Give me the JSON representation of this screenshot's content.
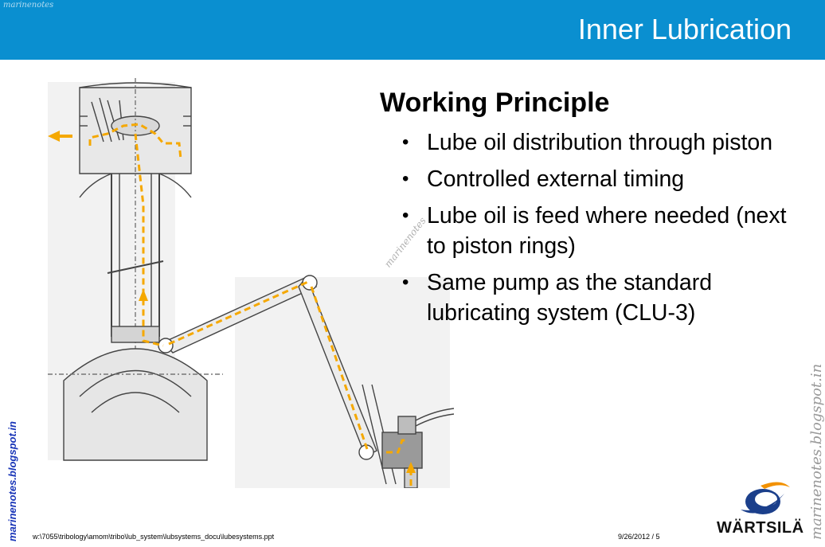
{
  "watermarks": {
    "top": "marinenotes",
    "middle": "marinenotes",
    "left": "marinenotes.blogspot.in",
    "right": "marinenotes.blogspot.in"
  },
  "header": {
    "title": "Inner Lubrication",
    "color": "#0a8fd0"
  },
  "content": {
    "heading": "Working Principle",
    "bullets": [
      "Lube oil distribution through piston",
      "Controlled external timing",
      "Lube oil is feed where needed (next to piston rings)",
      "Same pump as the standard lubricating system (CLU-3)"
    ]
  },
  "footer": {
    "path": "w:\\7055\\tribology\\amom\\tribo\\lub_system\\lubsystems_docu\\lubesystems.ppt",
    "date_page": "9/26/2012 / 5"
  },
  "logo": {
    "text": "WÄRTSILÄ",
    "colors": {
      "dark": "#1b3f8b",
      "accent": "#f29100"
    }
  },
  "diagram": {
    "icon": "piston-lubrication-diagram",
    "oil_path_color": "#f5a800"
  }
}
